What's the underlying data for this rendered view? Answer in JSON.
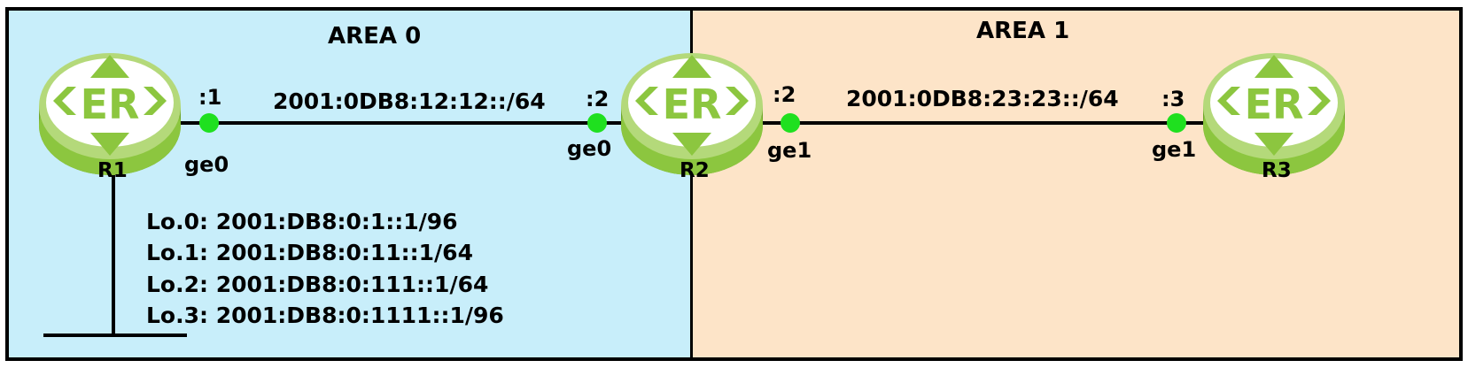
{
  "areas": [
    {
      "label": "AREA 0",
      "color": "#c8eefa"
    },
    {
      "label": "AREA 1",
      "color": "#fde4c8"
    }
  ],
  "routers": [
    {
      "name": "R1",
      "badge": "ER"
    },
    {
      "name": "R2",
      "badge": "ER"
    },
    {
      "name": "R3",
      "badge": "ER"
    }
  ],
  "links": [
    {
      "network": "2001:0DB8:12:12::/64",
      "left_host": ":1",
      "left_if": "ge0",
      "right_host": ":2",
      "right_if": "ge0"
    },
    {
      "network": "2001:0DB8:23:23::/64",
      "left_host": ":2",
      "left_if": "ge1",
      "right_host": ":3",
      "right_if": "ge1"
    }
  ],
  "loopbacks": [
    "Lo.0: 2001:DB8:0:1::1/96",
    "Lo.1: 2001:DB8:0:11::1/64",
    "Lo.2: 2001:DB8:0:111::1/64",
    "Lo.3: 2001:DB8:0:1111::1/96"
  ],
  "colors": {
    "interface_dot": "#1fe01f",
    "router_body": "#8cc63f",
    "router_top": "#b4d97a"
  }
}
